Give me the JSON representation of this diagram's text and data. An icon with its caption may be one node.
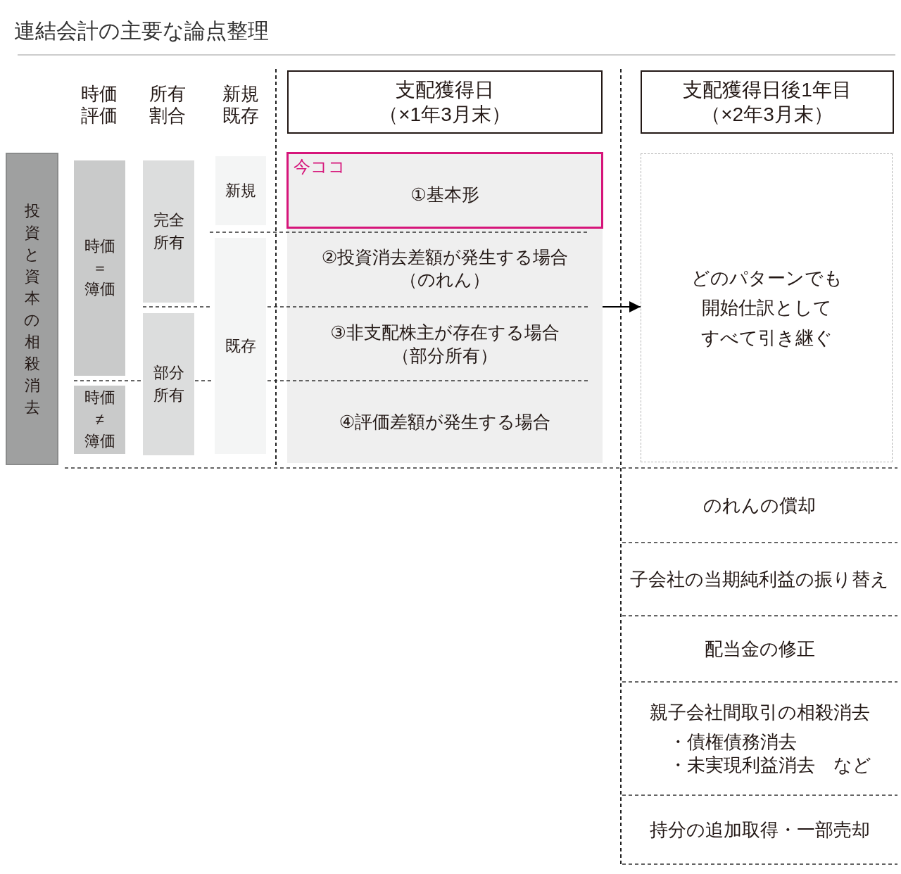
{
  "diagram": {
    "title": "連結会計の主要な論点整理",
    "nodes": [
      {
        "text": [
          "支配獲得日（×1年3月末）"
        ]
      },
      {
        "text": [
          "支配獲得日後1年目（×2年3月末）"
        ]
      },
      {
        "text": [
          "投資と資本の相殺消去"
        ]
      },
      {
        "text": [
          "時価＝簿価"
        ]
      },
      {
        "text": [
          "時価≠簿価"
        ]
      },
      {
        "text": [
          "完全所有"
        ]
      },
      {
        "text": [
          "部分所有"
        ]
      },
      {
        "text": [
          "新規"
        ]
      },
      {
        "text": [
          "既存"
        ]
      },
      {
        "text": [],
        "shape": "box"
      },
      {
        "text": [
          "今ココ",
          "①基本形"
        ],
        "in": 9
      },
      {
        "text": [
          "②投資消去差額が発生する場合（のれん）"
        ],
        "in": 9
      },
      {
        "text": [
          "③非支配株主が存在する場合（部分所有）"
        ],
        "in": 9
      },
      {
        "text": [
          "④評価差額が発生する場合"
        ],
        "in": 9
      },
      {
        "text": [
          "どのパターンでも開始仕訳としてすべて引き継ぐ"
        ]
      },
      {
        "text": [
          "のれんの償却"
        ]
      },
      {
        "text": [
          "子会社の当期純利益の振り替え"
        ]
      },
      {
        "text": [
          "配当金の修正"
        ]
      },
      {
        "text": [
          "親子会社間取引の相殺消去",
          "・債権債務消去",
          "・未実現利益消去　など"
        ]
      },
      {
        "text": [
          "持分の追加取得・一部売却"
        ]
      }
    ],
    "edges": [
      {
        "from": 9,
        "to": 14,
        "arrow": "to"
      }
    ],
    "labels": [
      "時価評価",
      "所有割合",
      "新規既存"
    ]
  }
}
